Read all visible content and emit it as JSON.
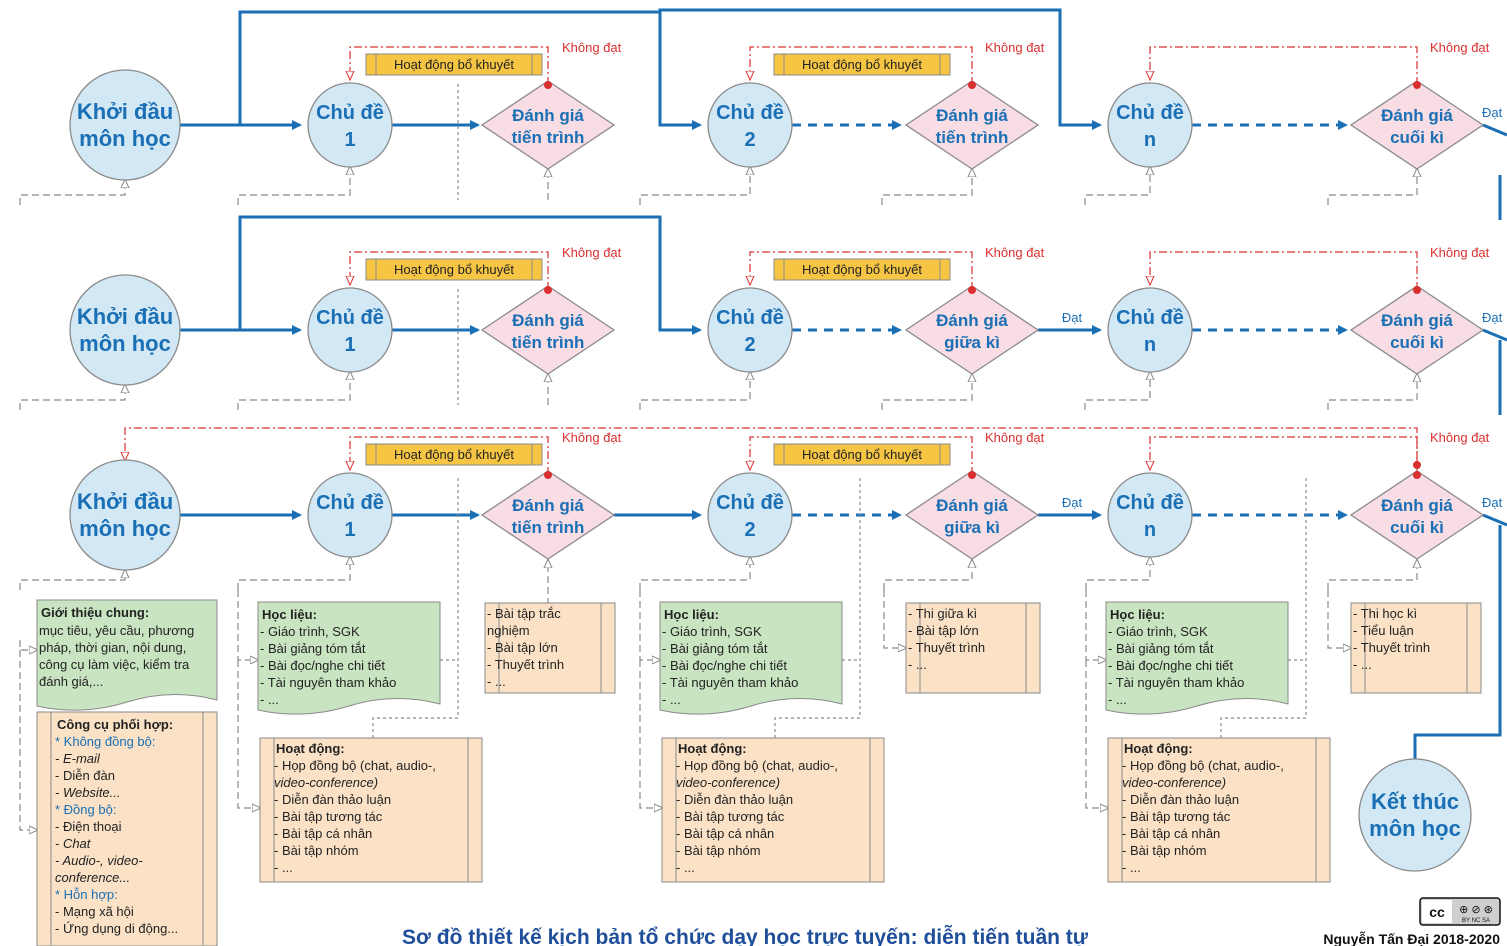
{
  "nodes": {
    "start": [
      "Khởi đầu",
      "môn học"
    ],
    "topic1": [
      "Chủ đề",
      "1"
    ],
    "topic2": [
      "Chủ đề",
      "2"
    ],
    "topicn": [
      "Chủ đề",
      "n"
    ],
    "assess_progress": [
      "Đánh giá",
      "tiến trình"
    ],
    "assess_mid": [
      "Đánh giá",
      "giữa kì"
    ],
    "assess_final": [
      "Đánh giá",
      "cuối kì"
    ],
    "end": [
      "Kết thúc",
      "môn học"
    ]
  },
  "labels": {
    "remedial": "Hoạt động bổ khuyết",
    "fail": "Không đạt",
    "pass": "Đạt"
  },
  "panels": {
    "intro_title": "Giới thiệu chung:",
    "intro_lines": [
      "mục tiêu, yêu cầu, phương",
      "pháp, thời gian, nội dung,",
      "công cụ làm việc, kiểm tra",
      "đánh giá,..."
    ],
    "tools_title": "Công cụ phối hợp:",
    "tools_lines": [
      "* Không đồng bộ:",
      "- E-mail",
      "- Diễn đàn",
      "- Website...",
      "* Đồng bộ:",
      "- Điện thoại",
      "- Chat",
      "- Audio-, video-",
      "conference...",
      "* Hỗn hợp:",
      "- Mạng xã hội",
      "- Ứng dụng di động..."
    ],
    "materials_title": "Học liệu:",
    "materials_lines": [
      "- Giáo trình, SGK",
      "- Bài giảng tóm tắt",
      "- Bài đọc/nghe chi tiết",
      "- Tài nguyên tham khảo",
      "- ..."
    ],
    "activities_title": "Hoạt động:",
    "activities_lines": [
      "- Họp đồng bộ (chat, audio-,",
      "video-conference)",
      "- Diễn đàn thảo luận",
      "- Bài tập tương tác",
      "- Bài tập cá nhân",
      "- Bài tập nhóm",
      "- ..."
    ],
    "progress_lines": [
      "- Bài tập trắc",
      "nghiệm",
      "- Bài tập lớn",
      "- Thuyết trình",
      "- ..."
    ],
    "mid_lines": [
      "- Thi giữa kì",
      "- Bài tập lớn",
      "- Thuyết trình",
      "- ..."
    ],
    "final_lines": [
      "- Thi học kì",
      "- Tiểu luận",
      "- Thuyết trình",
      "- ..."
    ]
  },
  "footer": {
    "title": "Sơ đồ thiết kế kịch bản tổ chức dạy học trực tuyến: diễn tiến tuần tự",
    "author": "Nguyễn Tấn Đại 2018-2020",
    "license": "cc BY NC SA"
  },
  "colors": {
    "blue": "#1a6fb5",
    "circle_fill": "#d3e8f5",
    "diamond_fill": "#f8dde5",
    "remedial_fill": "#f6c544",
    "red": "#d9302f",
    "green_fill": "#c9e4c1",
    "orange_fill": "#fbe2c6",
    "gray": "#8a8a8a"
  }
}
